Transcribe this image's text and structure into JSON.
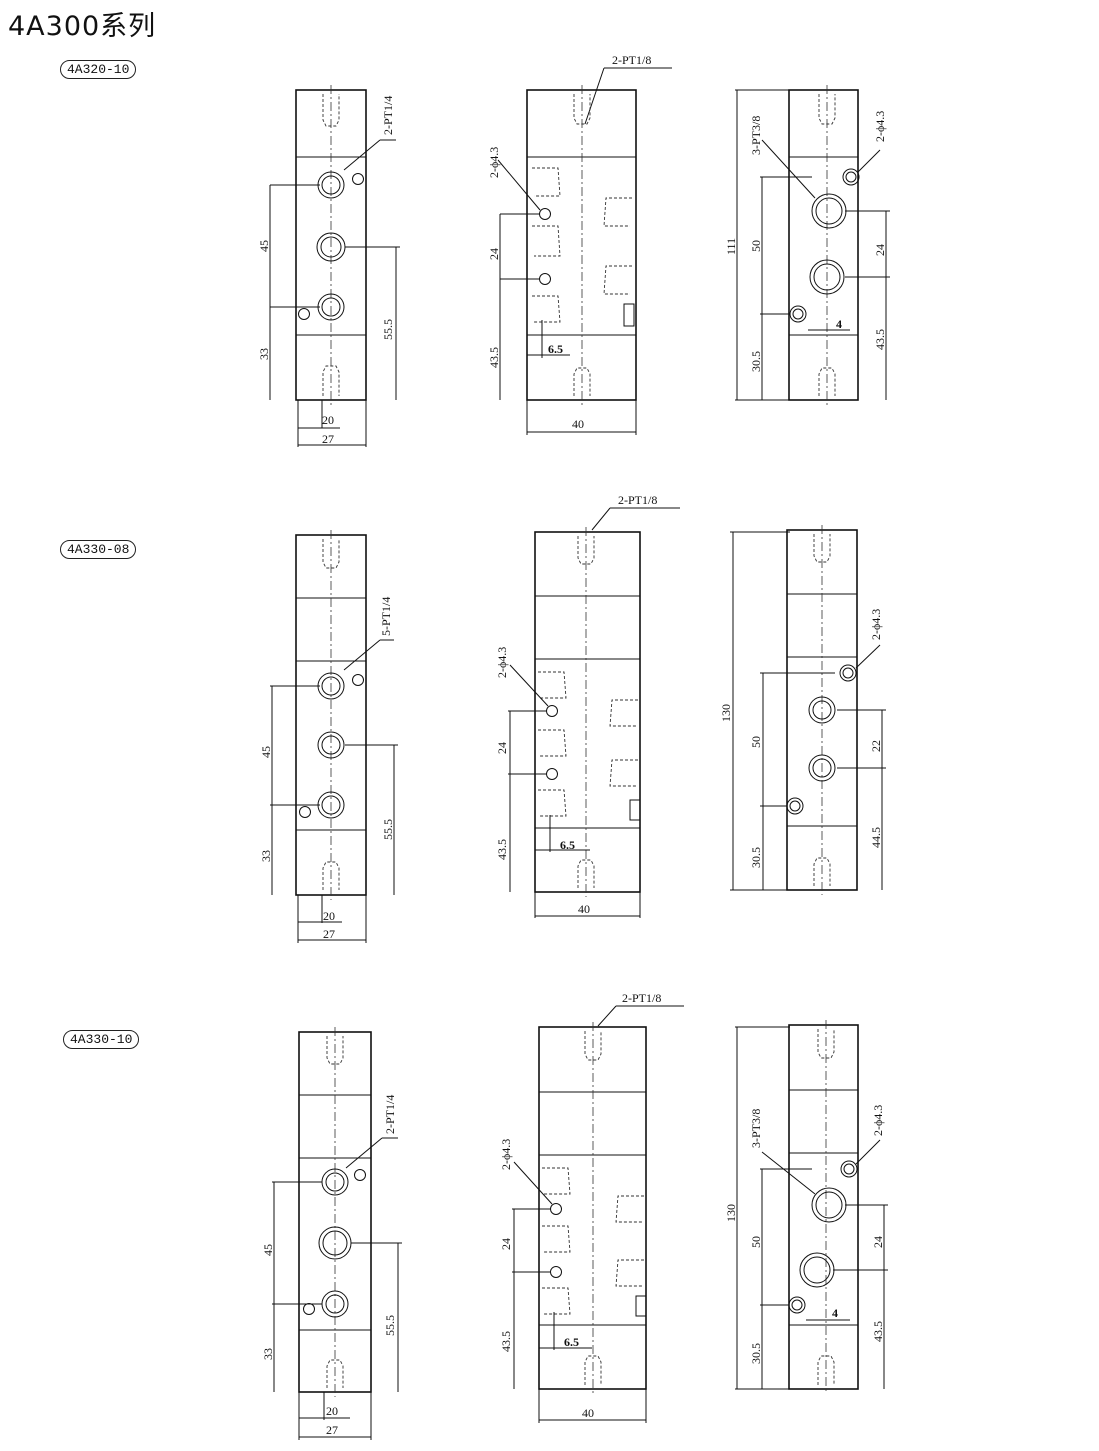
{
  "title": "4A300系列",
  "sections": [
    {
      "model": "4A320-10",
      "view1": {
        "dim_45": "45",
        "dim_33": "33",
        "dim_55_5": "55.5",
        "dim_20": "20",
        "dim_27": "27",
        "port": "2-PT1/4"
      },
      "view2": {
        "port": "2-PT1/8",
        "hole": "2-ϕ4.3",
        "dim_24": "24",
        "dim_43_5": "43.5",
        "dim_6_5": "6.5",
        "dim_40": "40"
      },
      "view3": {
        "port": "3-PT3/8",
        "hole": "2-ϕ4.3",
        "dim_total": "111",
        "dim_50": "50",
        "dim_30_5": "30.5",
        "dim_24": "24",
        "dim_43_5": "43.5",
        "dim_4": "4"
      }
    },
    {
      "model": "4A330-08",
      "view1": {
        "dim_45": "45",
        "dim_33": "33",
        "dim_55_5": "55.5",
        "dim_20": "20",
        "dim_27": "27",
        "port": "5-PT1/4"
      },
      "view2": {
        "port": "2-PT1/8",
        "hole": "2-ϕ4.3",
        "dim_24": "24",
        "dim_43_5": "43.5",
        "dim_6_5": "6.5",
        "dim_40": "40"
      },
      "view3": {
        "hole": "2-ϕ4.3",
        "dim_total": "130",
        "dim_50": "50",
        "dim_30_5": "30.5",
        "dim_22": "22",
        "dim_44_5": "44.5"
      }
    },
    {
      "model": "4A330-10",
      "view1": {
        "dim_45": "45",
        "dim_33": "33",
        "dim_55_5": "55.5",
        "dim_20": "20",
        "dim_27": "27",
        "port": "2-PT1/4"
      },
      "view2": {
        "port": "2-PT1/8",
        "hole": "2-ϕ4.3",
        "dim_24": "24",
        "dim_43_5": "43.5",
        "dim_6_5": "6.5",
        "dim_40": "40"
      },
      "view3": {
        "port": "3-PT3/8",
        "hole": "2-ϕ4.3",
        "dim_total": "130",
        "dim_50": "50",
        "dim_30_5": "30.5",
        "dim_24": "24",
        "dim_43_5": "43.5",
        "dim_4": "4"
      }
    }
  ]
}
